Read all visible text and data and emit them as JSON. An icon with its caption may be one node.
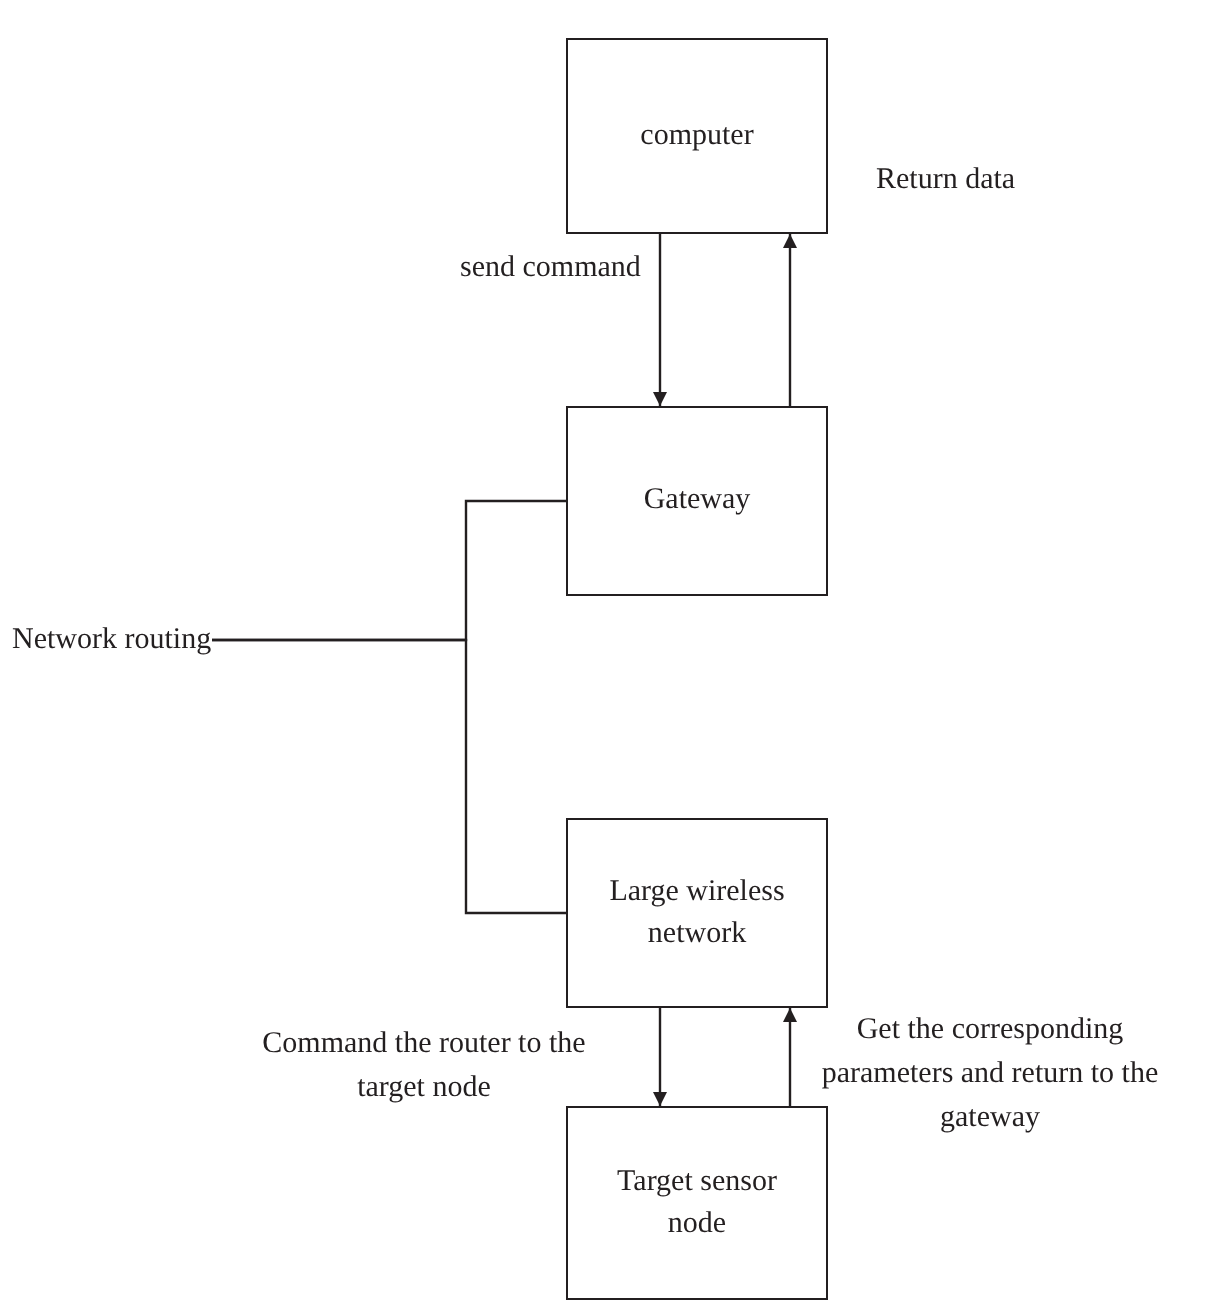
{
  "diagram": {
    "nodes": [
      {
        "text": [
          "computer"
        ]
      },
      {
        "text": [
          "Gateway"
        ]
      },
      {
        "text": [
          "Network routing"
        ]
      },
      {
        "text": [
          "Large wireless network"
        ]
      },
      {
        "text": [
          "Target sensor node"
        ]
      }
    ],
    "edges": [
      {
        "from": 0,
        "to": 1,
        "arrow": "to",
        "label": "send command"
      },
      {
        "from": 1,
        "to": 0,
        "arrow": "to",
        "label": "Return data"
      },
      {
        "from": 2,
        "to": 1,
        "arrow": "none"
      },
      {
        "from": 2,
        "to": 3,
        "arrow": "none"
      },
      {
        "from": 3,
        "to": 4,
        "arrow": "to",
        "label": "Command the router to the target node"
      },
      {
        "from": 4,
        "to": 3,
        "arrow": "to",
        "label": "Get the corresponding parameters and return to the gateway"
      }
    ]
  }
}
